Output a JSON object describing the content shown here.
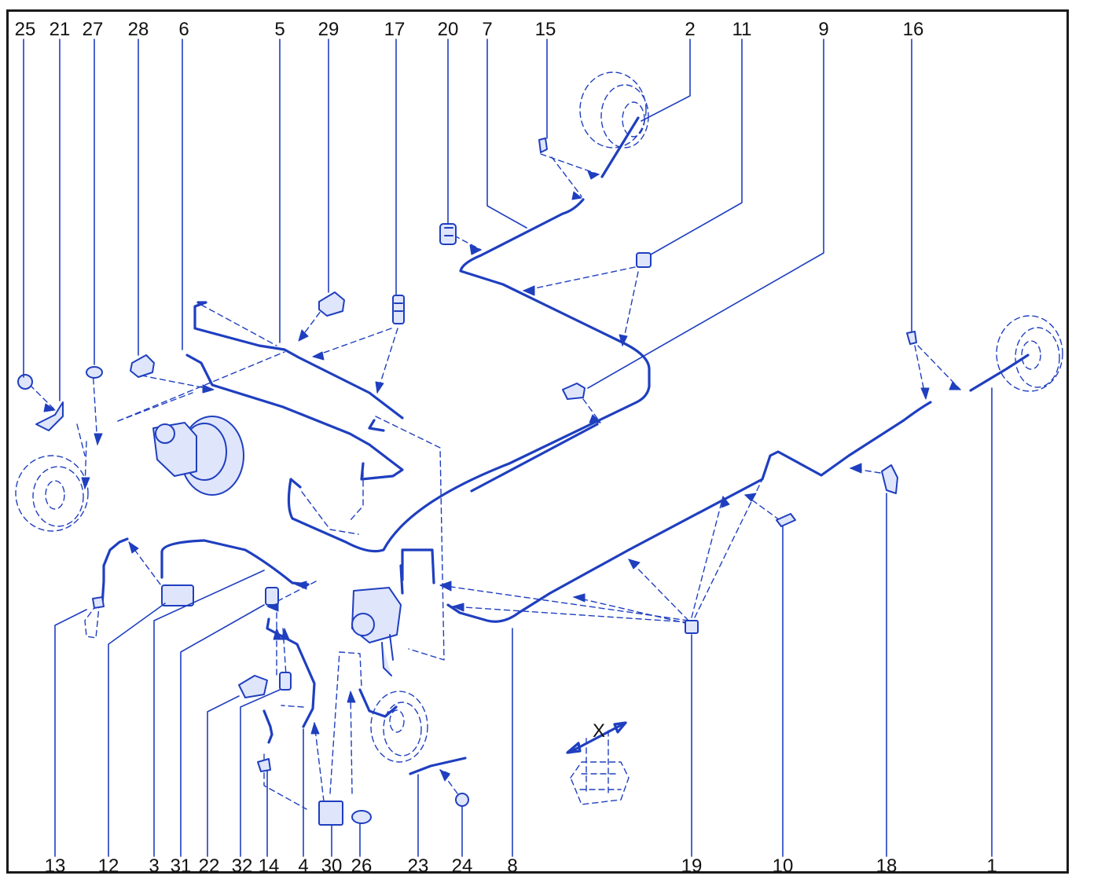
{
  "diagram": {
    "line_color": "#1f3fbf",
    "text_color": "#111111",
    "top_labels": [
      "25",
      "21",
      "27",
      "28",
      "6",
      "5",
      "29",
      "17",
      "20",
      "7",
      "15",
      "2",
      "11",
      "9",
      "16"
    ],
    "bottom_labels": [
      "13",
      "12",
      "3",
      "31",
      "22",
      "32",
      "14",
      "4",
      "30",
      "26",
      "23",
      "24",
      "8",
      "19",
      "10",
      "18",
      "1"
    ],
    "detail_label": "X"
  }
}
